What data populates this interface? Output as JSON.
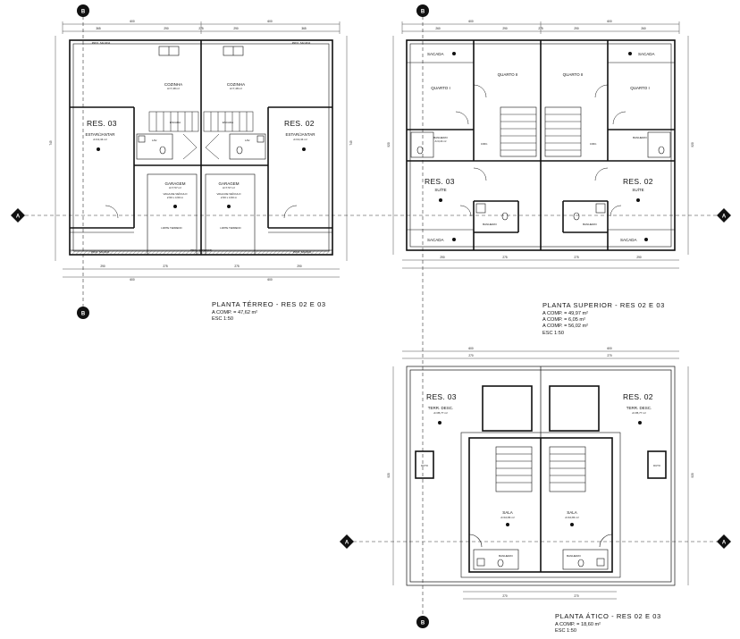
{
  "axes": {
    "vertical": "B",
    "horizontal": "A"
  },
  "plan_terreo": {
    "title": "PLANTA TÉRREO - RES 02 E 03",
    "area": "A COMP. = 47,62 m²",
    "scale": "ESC 1:50",
    "res_left": "RES. 03",
    "res_right": "RES. 02",
    "rooms": {
      "kitchen_l": "COZINHA",
      "kitchen_l_area": "A=7,48 m²",
      "kitchen_r": "COZINHA",
      "kitchen_r_area": "A=7,48 m²",
      "living_l": "ESTAR/JANTAR",
      "living_l_area": "A=13,34 m²",
      "living_r": "ESTAR/JANTAR",
      "living_r_area": "A=13,34 m²",
      "garage_l": "GARAGEM",
      "garage_l_area": "A=7,57 m²",
      "garage_r": "GARAGEM",
      "garage_r_area": "A=7,57 m²",
      "garage_note_l": "VAGA DE VEÍCULO",
      "garage_note_r": "VAGA DE VEÍCULO",
      "garage_dim_l": "2,50 x 4,50 m",
      "garage_dim_r": "2,50 x 4,50 m",
      "lavabo_l": "LAV.",
      "lavabo_r": "LAV.",
      "stair_l": "ESCADA",
      "stair_r": "ESCADA"
    },
    "notes": {
      "top_l": "PROJ. SACADA",
      "top_r": "PROJ. SACADA",
      "bot_l": "PROJ. SACADA",
      "bot_r": "PROJ. SACADA",
      "bot_center": "PROJ. SUPERIOR",
      "gate_l": "LIMITE TERRENO",
      "gate_r": "LIMITE TERRENO"
    },
    "dims": {
      "total_top_l": "600",
      "total_top_r": "600",
      "seg_top": [
        "365",
        "290",
        "275",
        "290",
        "365"
      ],
      "seg_bot": [
        "290",
        "275",
        "275",
        "290"
      ],
      "total_bot_l": "600",
      "total_bot_r": "600",
      "left": "745",
      "right": "745"
    }
  },
  "plan_superior": {
    "title": "PLANTA SUPERIOR - RES 02 E 03",
    "area1": "A COMP. = 49,97 m²",
    "area2": "A COMP. = 6,05 m²",
    "area3": "A COMP. = 56,02 m²",
    "scale": "ESC 1:50",
    "res_left": "RES. 03",
    "res_right": "RES. 02",
    "rooms": {
      "sacada_tl": "SACADA",
      "sacada_tr": "SACADA",
      "sacada_bl": "SACADA",
      "sacada_br": "SACADA",
      "quarto1_l": "QUARTO I",
      "quarto1_r": "QUARTO I",
      "quarto2_l": "QUARTO II",
      "quarto2_r": "QUARTO II",
      "banheiro_l": "BANHEIRO",
      "banheiro_r": "BANHEIRO",
      "circ_l": "CIRC.",
      "circ_r": "CIRC.",
      "suite_l": "SUÍTE",
      "suite_r": "SUÍTE",
      "banh_suite_l": "BANHEIRO",
      "banh_suite_r": "BANHEIRO",
      "area_small": "A=3,24 m²"
    },
    "dims": {
      "total_top_l": "600",
      "total_top_r": "600",
      "seg_top": [
        "260",
        "290",
        "275",
        "290",
        "260"
      ],
      "seg_bot": [
        "290",
        "275",
        "275",
        "290"
      ],
      "left": "920",
      "right": "920"
    }
  },
  "plan_atico": {
    "title": "PLANTA ÁTICO - RES 02 E 03",
    "area": "A COMP. = 18,60 m²",
    "scale": "ESC 1:50",
    "res_left": "RES. 03",
    "res_right": "RES. 02",
    "rooms": {
      "terr_l": "TERR. DESC.",
      "terr_l_area": "A=35,77 m²",
      "terr_r": "TERR. DESC.",
      "terr_r_area": "A=35,77 m²",
      "sala_l": "SALA",
      "sala_l_area": "A=10,84 m²",
      "sala_r": "SALA",
      "sala_r_area": "A=10,84 m²",
      "banheiro_l": "BANHEIRO",
      "banheiro_r": "BANHEIRO",
      "duto_l": "DUTO",
      "duto_r": "DUTO"
    },
    "dims": {
      "total_top_l": "600",
      "total_top_r": "600",
      "seg_top": [
        "270",
        "270"
      ],
      "seg_bot": [
        "270",
        "270"
      ],
      "left": "920",
      "right": "920"
    }
  }
}
